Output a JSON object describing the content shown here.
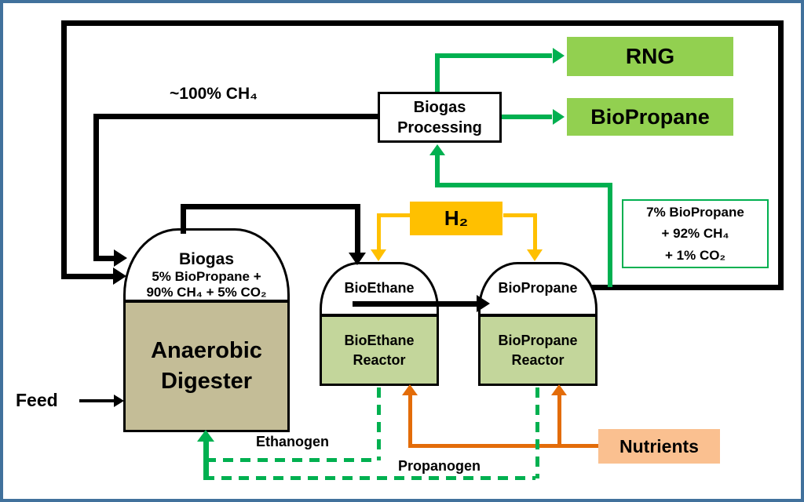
{
  "colors": {
    "frame_border": "#41719C",
    "black_line": "#000000",
    "green_line": "#00B050",
    "green_fill": "#92D050",
    "hydrogen_fill": "#FFC000",
    "orange_line": "#E36C09",
    "nutrients_fill": "#FAC090",
    "digester_fill": "#C4BD97",
    "reactor_fill": "#C3D69B"
  },
  "labels": {
    "ch4_recycle": "~100% CH₄",
    "feed": "Feed",
    "ethanogen": "Ethanogen",
    "propanogen": "Propanogen"
  },
  "process_boxes": {
    "biogas_processing": {
      "line1": "Biogas",
      "line2": "Processing"
    },
    "h2": "H₂"
  },
  "product_boxes": {
    "rng": "RNG",
    "biopropane": "BioPropane",
    "nutrients": "Nutrients"
  },
  "notes": {
    "product_composition": {
      "line1": "7% BioPropane",
      "line2": "+ 92% CH₄",
      "line3": "+ 1% CO₂"
    }
  },
  "tanks": {
    "digester": {
      "dome_line1": "Biogas",
      "dome_line2": "5% BioPropane +",
      "dome_line3": "90% CH₄ + 5% CO₂",
      "body_line1": "Anaerobic",
      "body_line2": "Digester"
    },
    "bioethane_reactor": {
      "dome": "BioEthane",
      "body_line1": "BioEthane",
      "body_line2": "Reactor"
    },
    "biopropane_reactor": {
      "dome": "BioPropane",
      "body_line1": "BioPropane",
      "body_line2": "Reactor"
    }
  }
}
